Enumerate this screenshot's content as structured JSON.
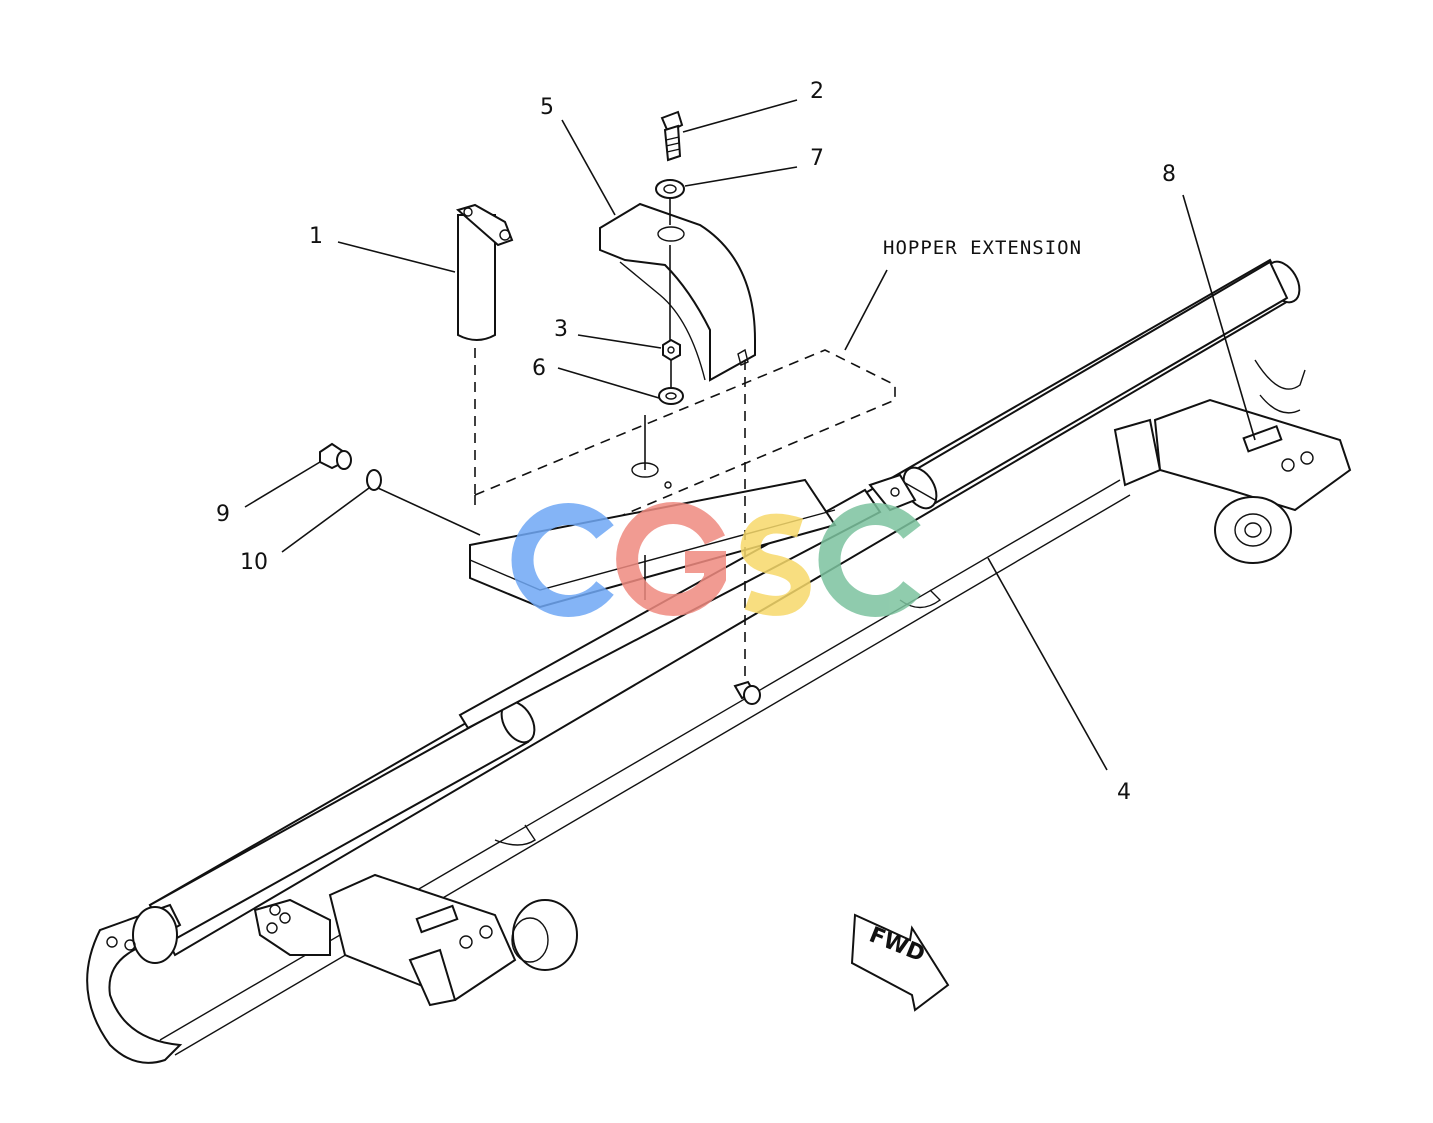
{
  "callouts": [
    {
      "id": "1",
      "text": "1"
    },
    {
      "id": "2",
      "text": "2"
    },
    {
      "id": "3",
      "text": "3"
    },
    {
      "id": "4",
      "text": "4"
    },
    {
      "id": "5",
      "text": "5"
    },
    {
      "id": "6",
      "text": "6"
    },
    {
      "id": "7",
      "text": "7"
    },
    {
      "id": "8",
      "text": "8"
    },
    {
      "id": "9",
      "text": "9"
    },
    {
      "id": "10",
      "text": "10"
    }
  ],
  "labels": {
    "hopper_extension": "HOPPER EXTENSION",
    "fwd": "FWD"
  },
  "watermark": {
    "text": "CGSC",
    "colors": {
      "c1": "#6fa8f5",
      "g": "#ef8a80",
      "s": "#f7d96b",
      "c2": "#7cc39f"
    }
  }
}
